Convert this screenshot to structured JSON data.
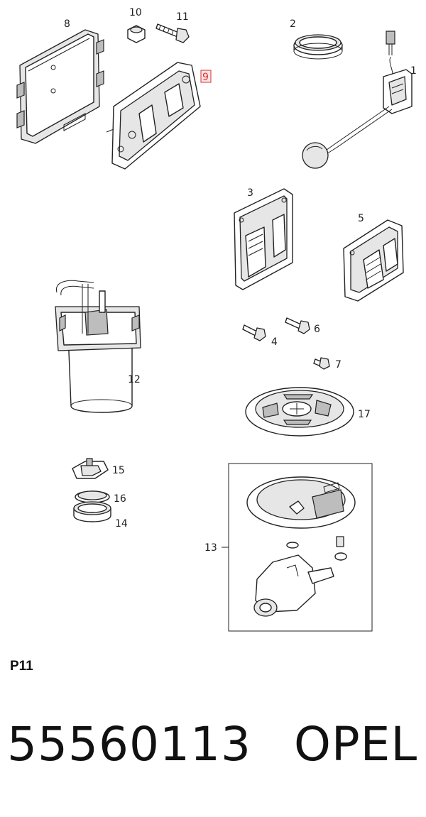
{
  "diagram": {
    "callouts": {
      "c1": "1",
      "c2": "2",
      "c3": "3",
      "c4": "4",
      "c5": "5",
      "c6": "6",
      "c7": "7",
      "c8": "8",
      "c9": "9",
      "c10": "10",
      "c11": "11",
      "c12": "12",
      "c13": "13",
      "c14": "14",
      "c15": "15",
      "c16": "16",
      "c17": "17"
    },
    "highlighted_callout": "9",
    "highlight_color": "#d33333"
  },
  "footer": {
    "page_code": "P11",
    "part_number": "55560113",
    "brand": "OPEL"
  }
}
